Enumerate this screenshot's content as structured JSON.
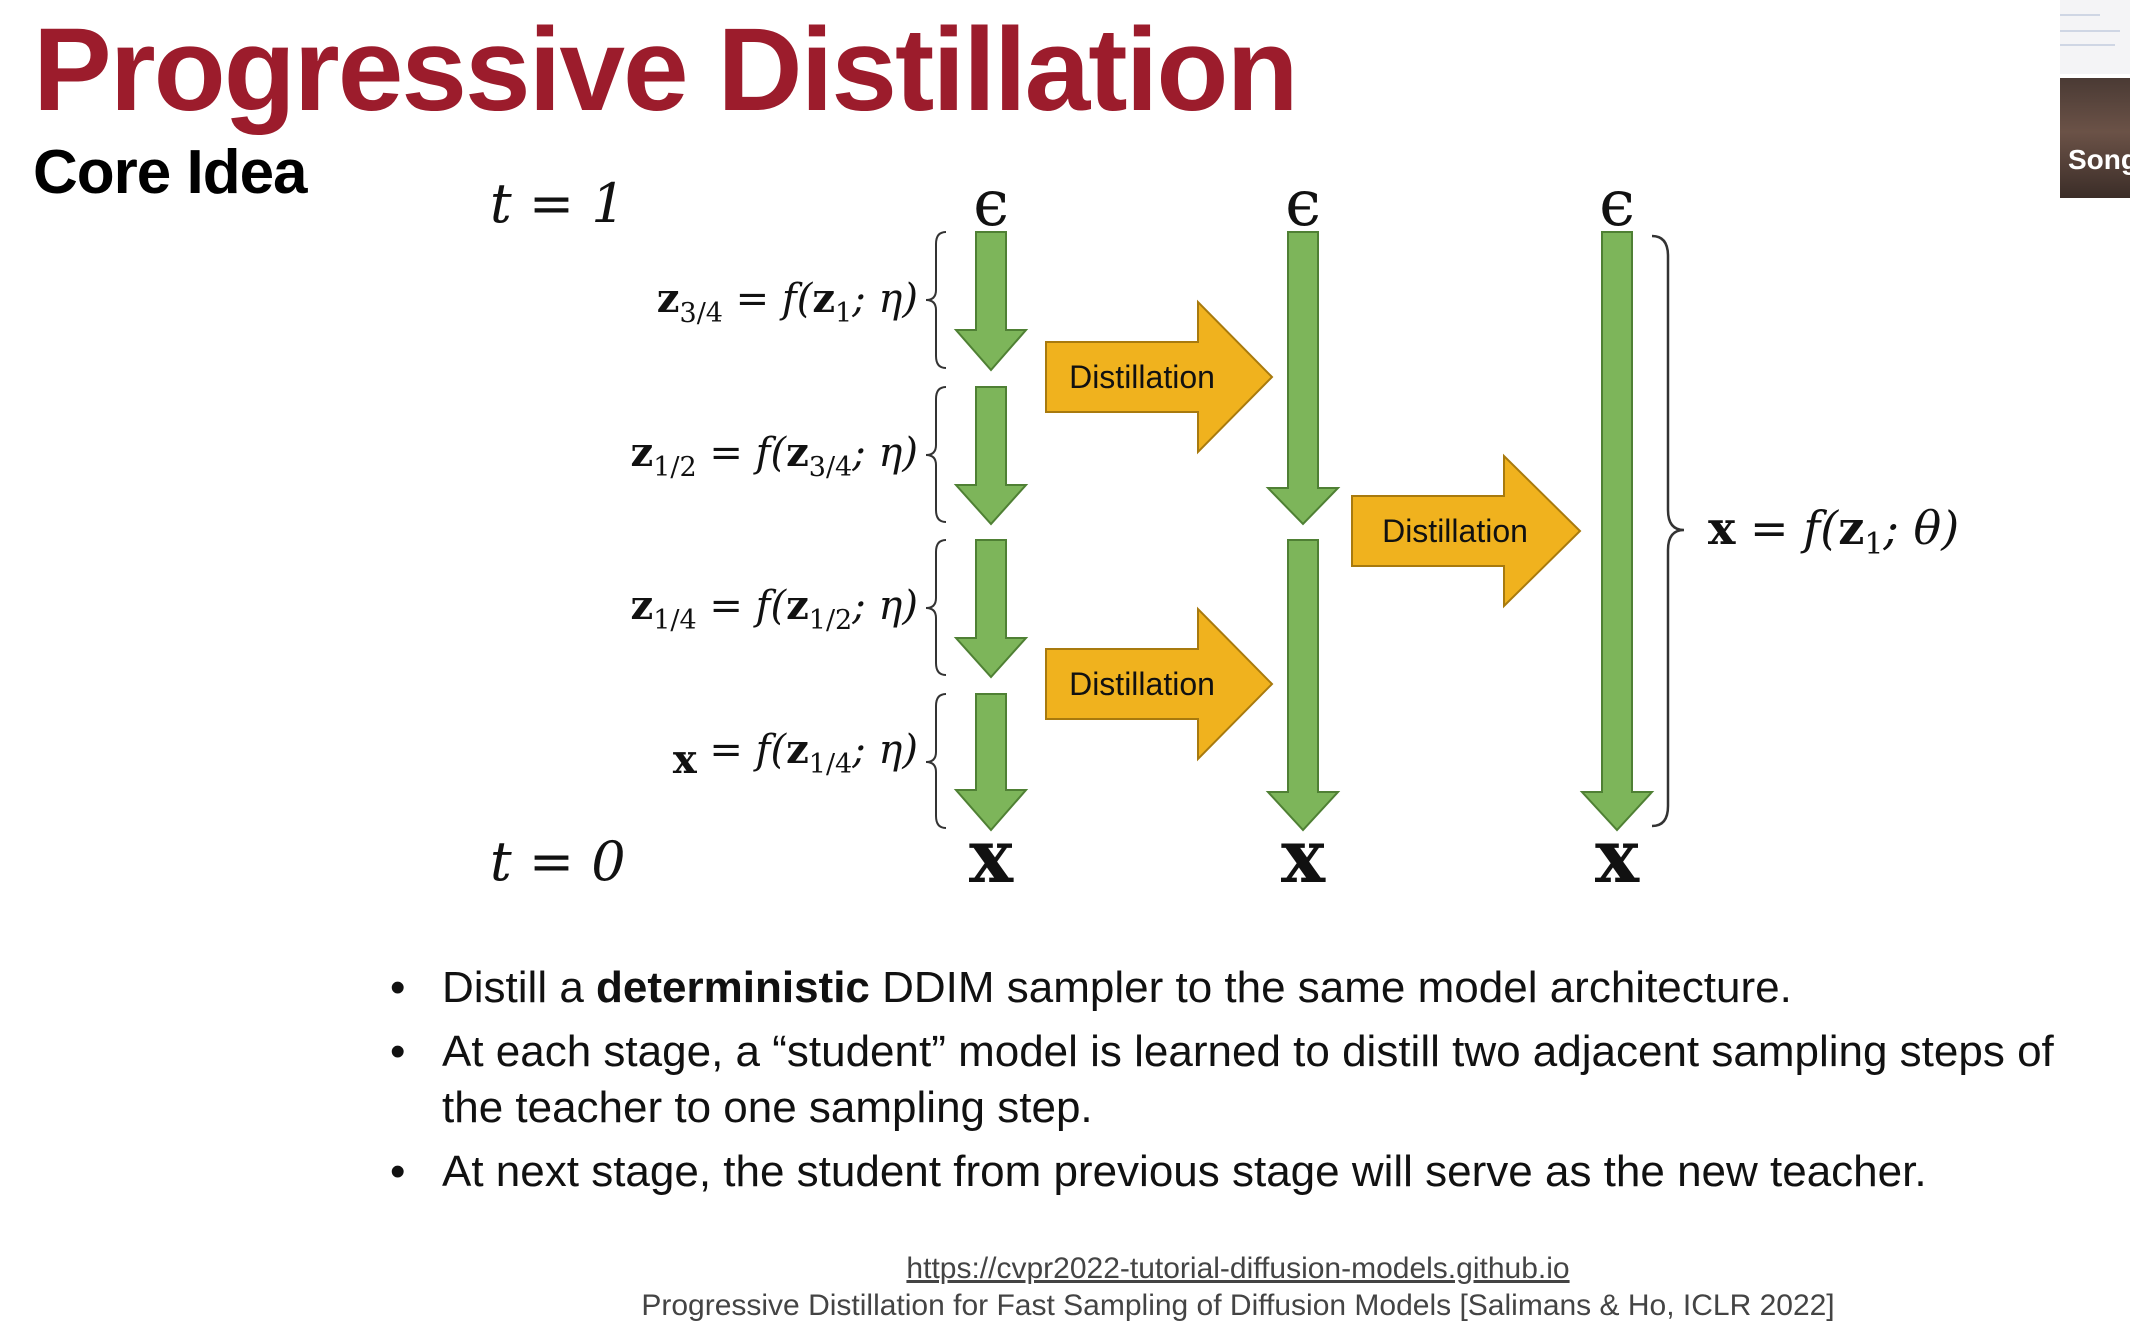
{
  "slide": {
    "title": "Progressive Distillation",
    "subtitle": "Core Idea"
  },
  "diagram": {
    "time_top": "t = 1",
    "time_bottom": "t = 0",
    "noise_symbol": "ϵ",
    "output_symbol": "x",
    "distillation_label": "Distillation",
    "step_equations": [
      {
        "lhs": "z",
        "lhs_sub": "3/4",
        "eq": " = f(",
        "arg": "z",
        "arg_sub": "1",
        "tail": "; η)"
      },
      {
        "lhs": "z",
        "lhs_sub": "1/2",
        "eq": " = f(",
        "arg": "z",
        "arg_sub": "3/4",
        "tail": "; η)"
      },
      {
        "lhs": "z",
        "lhs_sub": "1/4",
        "eq": " = f(",
        "arg": "z",
        "arg_sub": "1/2",
        "tail": "; η)"
      },
      {
        "lhs": "x",
        "lhs_sub": "",
        "eq": " = f(",
        "arg": "z",
        "arg_sub": "1/4",
        "tail": "; η)"
      }
    ],
    "final_equation": {
      "lhs": "x",
      "eq": " = f(",
      "arg": "z",
      "arg_sub": "1",
      "tail": "; θ)"
    },
    "colors": {
      "down_arrow": "#7db55a",
      "down_arrow_stroke": "#4f8034",
      "distill_arrow": "#f0b21e",
      "distill_arrow_stroke": "#a87a0e",
      "brace": "#333333"
    }
  },
  "bullets": [
    {
      "pre": "Distill a ",
      "bold": "deterministic",
      "post": " DDIM sampler to the same model architecture."
    },
    {
      "pre": "At each stage, a “student” model is learned to distill two adjacent sampling steps of the teacher to one sampling step.",
      "bold": "",
      "post": ""
    },
    {
      "pre": "At next stage, the student from previous stage will serve as the new teacher.",
      "bold": "",
      "post": ""
    }
  ],
  "bullet_symbol": "•",
  "footer": {
    "url": "https://cvpr2022-tutorial-diffusion-models.github.io",
    "citation": "Progressive Distillation for Fast Sampling of Diffusion Models [Salimans & Ho, ICLR 2022]"
  },
  "video_tile": {
    "name": "Song"
  },
  "colors": {
    "title": "#9c1c2c",
    "text": "#111111"
  }
}
